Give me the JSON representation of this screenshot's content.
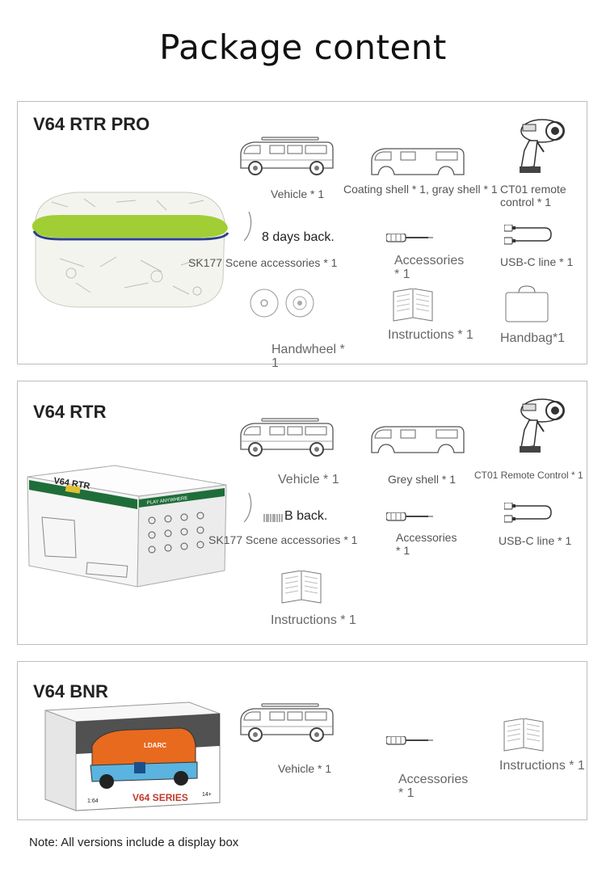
{
  "page": {
    "title": "Package content",
    "note": "Note: All versions include a display box"
  },
  "pro": {
    "name": "V64 RTR PRO",
    "vehicle": "Vehicle * 1",
    "shells": "Coating shell * 1, gray shell * 1",
    "remote": "CT01 remote control * 1",
    "back": "8 days back.",
    "scene": "SK177 Scene accessories * 1",
    "accessories": "Accessories * 1",
    "usb": "USB-C line * 1",
    "handwheel": "Handwheel * 1",
    "instructions": "Instructions * 1",
    "handbag": "Handbag*1"
  },
  "rtr": {
    "name": "V64 RTR",
    "vehicle": "Vehicle * 1",
    "shell": "Grey shell * 1",
    "remote": "CT01 Remote Control * 1",
    "back": "B back.",
    "scene": "SK177 Scene accessories * 1",
    "accessories": "Accessories * 1",
    "usb": "USB-C line * 1",
    "instructions": "Instructions * 1",
    "box_title": "V64 RTR",
    "box_banner": "PLAY ANYWHERE"
  },
  "bnr": {
    "name": "V64 BNR",
    "vehicle": "Vehicle * 1",
    "accessories": "Accessories * 1",
    "instructions": "Instructions * 1",
    "box_brand": "LDARC",
    "box_series": "V64 SERIES",
    "box_scale": "1:64",
    "box_age": "14+"
  }
}
